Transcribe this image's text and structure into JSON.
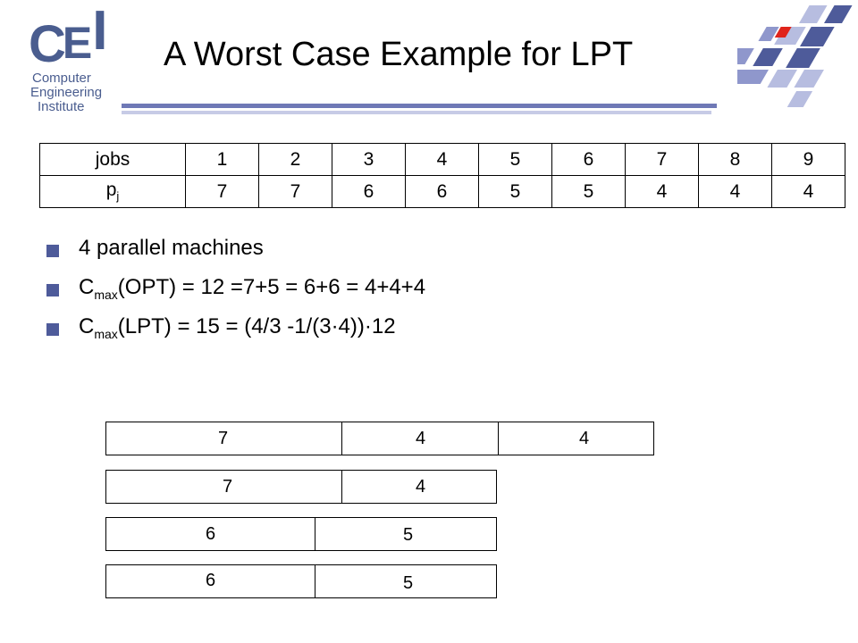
{
  "logo": {
    "letters": [
      "C",
      "E",
      "I"
    ],
    "lines": [
      "Computer",
      "Engineering",
      "Institute"
    ],
    "color": "#4a5d8f"
  },
  "title": "A Worst Case Example for LPT",
  "table": {
    "header_row": [
      "jobs",
      "1",
      "2",
      "3",
      "4",
      "5",
      "6",
      "7",
      "8",
      "9"
    ],
    "pj_label": {
      "main": "p",
      "sub": "j"
    },
    "pj_values": [
      "7",
      "7",
      "6",
      "6",
      "5",
      "5",
      "4",
      "4",
      "4"
    ]
  },
  "bullets": [
    {
      "text": "4 parallel machines"
    },
    {
      "prefix": "C",
      "sub": "max",
      "rest": "(OPT) = 12 =7+5 = 6+6 = 4+4+4"
    },
    {
      "prefix": "C",
      "sub": "max",
      "rest": "(LPT) = 15 = (4/3 -1/(3·4))·12"
    }
  ],
  "schedule": [
    [
      "7",
      "4",
      "4"
    ],
    [
      "7",
      "4"
    ],
    [
      "6",
      "5"
    ],
    [
      "6",
      "5"
    ]
  ],
  "colors": {
    "accent": "#4e5b9a",
    "rule": "#6f79b6",
    "rule_light": "#c7cbe6",
    "mosaic_red": "#e0241b"
  }
}
